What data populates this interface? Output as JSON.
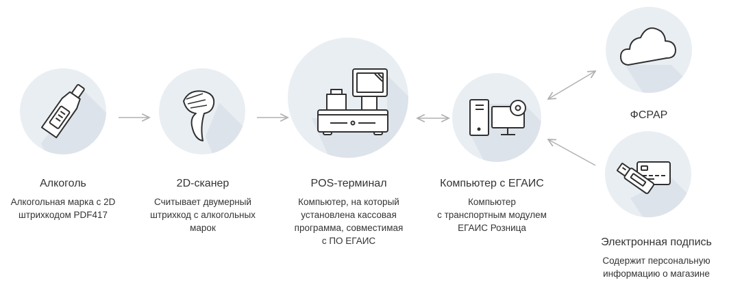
{
  "nodes": [
    {
      "id": "alcohol",
      "title": "Алкоголь",
      "desc": [
        "Алкогольная марка с 2D",
        "штрихкодом PDF417"
      ],
      "icon": "bottle-icon"
    },
    {
      "id": "scanner",
      "title": "2D-сканер",
      "desc": [
        "Считывает двумерный",
        "штрихкод с алкогольных",
        "марок"
      ],
      "icon": "barcode-scanner-icon"
    },
    {
      "id": "pos",
      "title": "POS-терминал",
      "desc": [
        "Компьютер, на который",
        "установлена кассовая",
        "программа, совместимая",
        "с ПО ЕГАИС"
      ],
      "icon": "pos-terminal-icon"
    },
    {
      "id": "computer",
      "title": "Компьютер с ЕГАИС",
      "desc": [
        "Компьютер",
        "с транспортным модулем",
        "ЕГАИС Розница"
      ],
      "icon": "computer-icon"
    },
    {
      "id": "fsrar",
      "title": "ФСРАР",
      "desc": [],
      "icon": "cloud-icon"
    },
    {
      "id": "signature",
      "title": "Электронная подпись",
      "desc": [
        "Содержит персональную",
        "информацию о магазине"
      ],
      "icon": "usb-key-icon"
    }
  ],
  "colors": {
    "circle": "#e9eef3",
    "shadow": "#dde3ea",
    "stroke": "#2f2f2f",
    "arrow": "#b0b0b0"
  }
}
